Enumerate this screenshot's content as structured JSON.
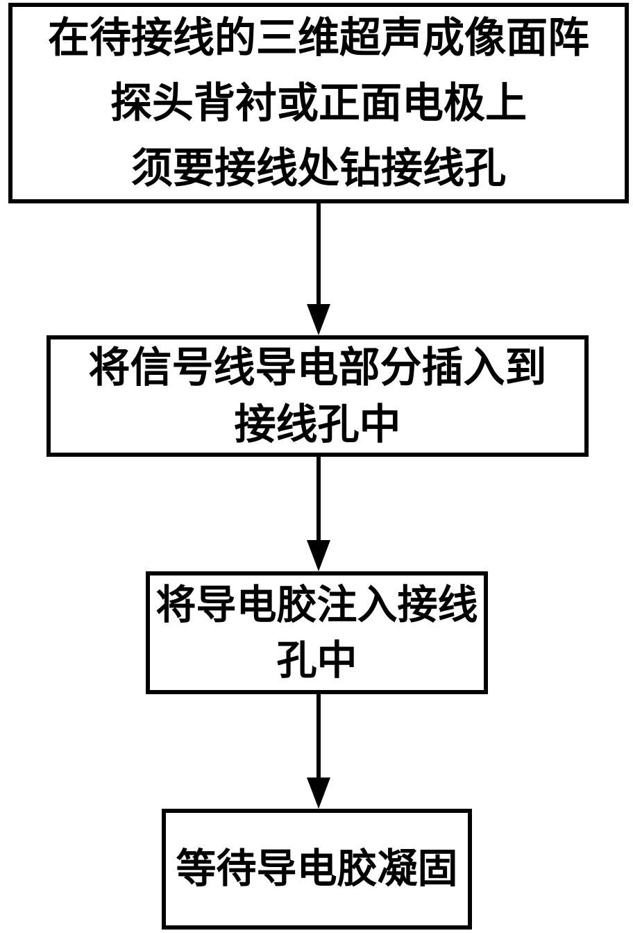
{
  "flowchart": {
    "title": "wiring-process-flowchart",
    "colors": {
      "box_border": "#000000",
      "box_background": "#ffffff",
      "arrow": "#000000",
      "text": "#000000",
      "page_background": "#ffffff"
    },
    "steps": [
      {
        "id": "step-1",
        "lines": [
          "在待接线的三维超声成像面阵",
          "探头背衬或正面电极上",
          "须要接线处钻接线孔"
        ]
      },
      {
        "id": "step-2",
        "lines": [
          "将信号线导电部分插入到",
          "接线孔中"
        ]
      },
      {
        "id": "step-3",
        "lines": [
          "将导电胶注入接线",
          "孔中"
        ]
      },
      {
        "id": "step-4",
        "lines": [
          "等待导电胶凝固"
        ]
      }
    ],
    "connectors": [
      {
        "from": "step-1",
        "to": "step-2"
      },
      {
        "from": "step-2",
        "to": "step-3"
      },
      {
        "from": "step-3",
        "to": "step-4"
      }
    ]
  }
}
